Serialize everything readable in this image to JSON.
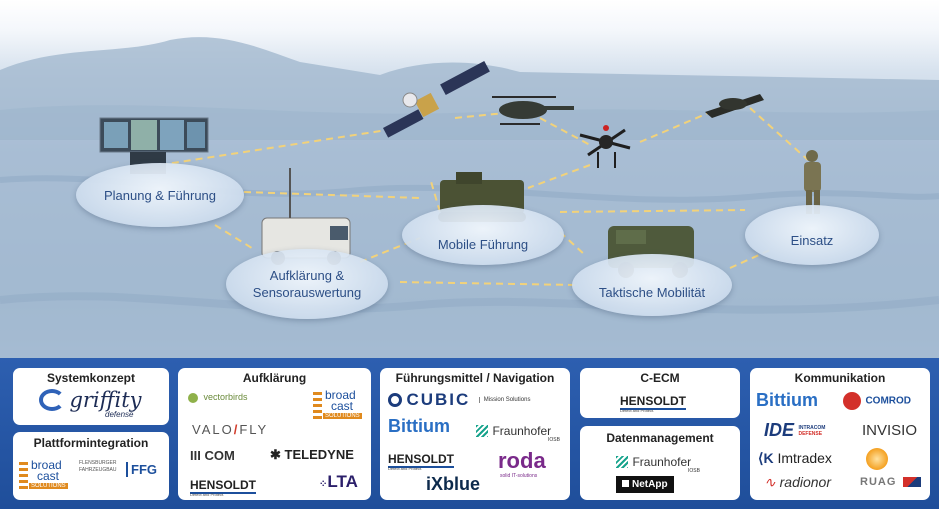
{
  "nodes": {
    "planung": "Planung & Führung",
    "aufklaerung_line1": "Aufklärung &",
    "aufklaerung_line2": "Sensorauswertung",
    "mobile": "Mobile Führung",
    "taktisch": "Taktische Mobilität",
    "einsatz": "Einsatz"
  },
  "panels": {
    "systemkonzept": {
      "title": "Systemkonzept",
      "griffity": "griffity",
      "griffity_sub": "defense"
    },
    "plattform": {
      "title": "Plattformintegration",
      "broadcast1": "broad",
      "broadcast2": "cast",
      "broadcast3": "SOLUTIONS",
      "flensburger1": "FLENSBURGER",
      "flensburger2": "FAHRZEUGBAU",
      "ffg": "FFG"
    },
    "aufklaerung": {
      "title": "Aufklärung",
      "vectorbirds": "vectorbirds",
      "broadcast1": "broad",
      "broadcast2": "cast",
      "broadcast3": "SOLUTIONS",
      "valofly1": "VALO",
      "valofly2": "FLY",
      "iiicom": "III COM",
      "teledyne": "TELEDYNE",
      "hensoldt": "HENSOLDT",
      "hensoldt_sub": "Detect and Protect.",
      "lta": "LTA"
    },
    "fuehrungsmittel": {
      "title": "Führungsmittel / Navigation",
      "cubic": "CUBIC",
      "cubic_sub": "Mission Solutions",
      "bittium": "Bittium",
      "fraunhofer": "Fraunhofer",
      "fraunhofer_sub": "IOSB",
      "hensoldt": "HENSOLDT",
      "hensoldt_sub": "Detect and Protect.",
      "roda": "roda",
      "roda_sub": "solid IT-solutions",
      "ixblue": "iXblue"
    },
    "cecm": {
      "title": "C-ECM",
      "hensoldt": "HENSOLDT",
      "hensoldt_sub": "Detect and Protect."
    },
    "datenmanagement": {
      "title": "Datenmanagement",
      "fraunhofer": "Fraunhofer",
      "fraunhofer_sub": "IOSB",
      "netapp": "NetApp"
    },
    "kommunikation": {
      "title": "Kommunikation",
      "bittium": "Bittium",
      "comrod": "COMROD",
      "ide": "IDE",
      "intracom1": "INTRACOM",
      "intracom2": "DEFENSE",
      "invisio": "INVISIO",
      "imtradex": "Imtradex",
      "radionor": "radionor",
      "ruag": "RUAG"
    }
  },
  "colors": {
    "node_text": "#2d4f86",
    "dashed_link": "#f2d27a",
    "panel_bg": "#ffffff",
    "stage_blue": "#2a5aa8",
    "hensoldt_blue": "#1c4f9c",
    "bittium_blue": "#2a6fc4",
    "fraunhofer_green": "#17a38c",
    "roda_purple": "#7a2a8a",
    "comrod_red": "#d3302a"
  }
}
